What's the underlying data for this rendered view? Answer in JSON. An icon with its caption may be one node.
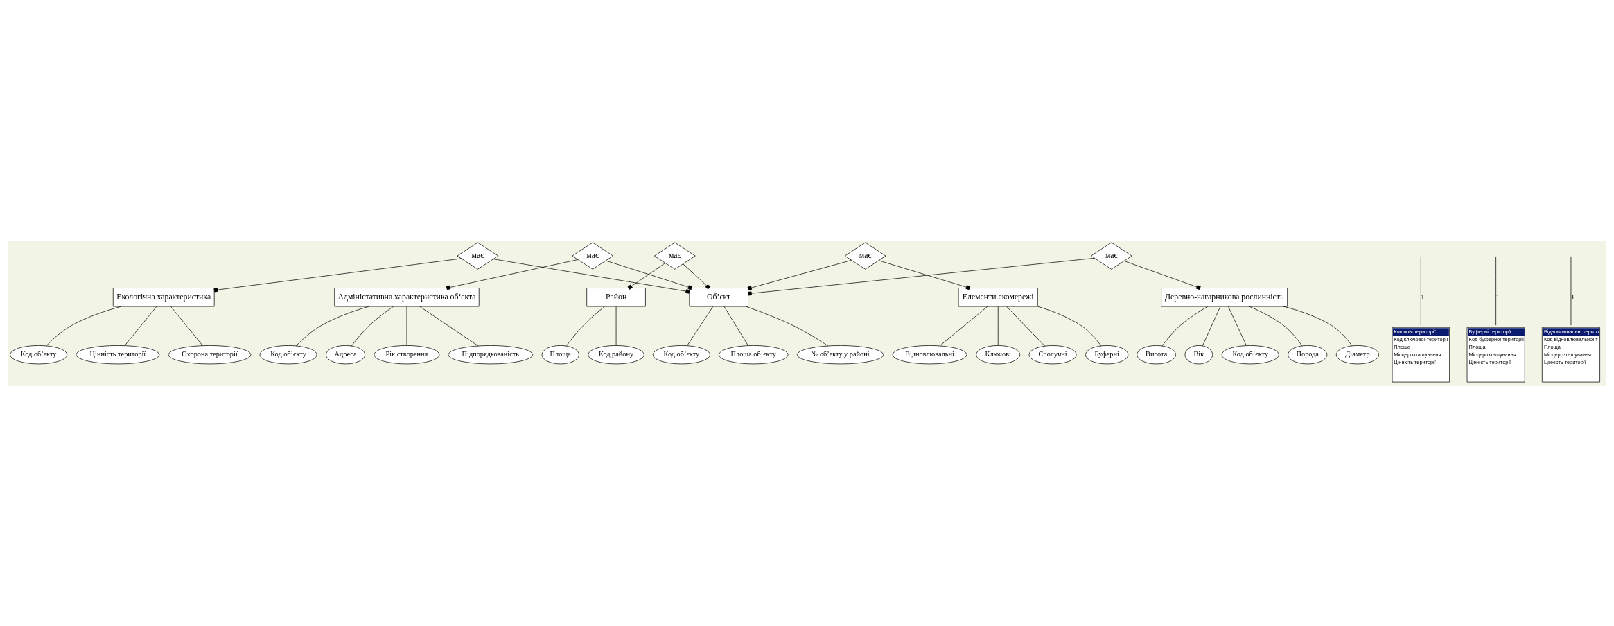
{
  "diagram": {
    "nodes": [
      {
        "text": [
          "Район"
        ]
      },
      {
        "text": [
          "Код району"
        ]
      },
      {
        "text": [
          "Площа"
        ]
      },
      {
        "text": [
          "має"
        ]
      },
      {
        "text": [
          "Об’єкт"
        ]
      },
      {
        "text": [
          "Код об’єкту"
        ]
      },
      {
        "text": [
          "Площа об’єкту"
        ]
      },
      {
        "text": [
          "№ об’єкту у районі"
        ]
      },
      {
        "text": [
          "має"
        ]
      },
      {
        "text": [
          "має"
        ]
      },
      {
        "text": [
          "має"
        ]
      },
      {
        "text": [
          "має"
        ]
      },
      {
        "text": [
          "Адміністативна характеристика об‘єкта"
        ]
      },
      {
        "text": [
          "Код об’єкту"
        ]
      },
      {
        "text": [
          "Адреса"
        ]
      },
      {
        "text": [
          "Рік створення"
        ]
      },
      {
        "text": [
          "Підпорядкованість"
        ]
      },
      {
        "text": [
          "Екологічна характеристика"
        ]
      },
      {
        "text": [
          "Код об’єкту"
        ]
      },
      {
        "text": [
          "Цінність території"
        ]
      },
      {
        "text": [
          "Охорона території"
        ]
      },
      {
        "text": [
          "Деревно-чагарникова рослинність"
        ]
      },
      {
        "text": [
          "Код об’єкту"
        ]
      },
      {
        "text": [
          "Порода"
        ]
      },
      {
        "text": [
          "Діаметр"
        ]
      },
      {
        "text": [
          "Висота"
        ]
      },
      {
        "text": [
          "Вік"
        ]
      },
      {
        "text": [
          "Елементи екомережі"
        ]
      },
      {
        "text": [
          "Ключові"
        ]
      },
      {
        "text": [
          "Сполучні"
        ]
      },
      {
        "text": [
          "Буферні"
        ]
      },
      {
        "text": [
          "Відновлювальні"
        ]
      },
      {
        "text": [
          "Ключові території",
          "Код ключової території",
          "Площа",
          "Місцерозташування",
          "Цінність території"
        ]
      },
      {
        "text": [
          "Буферні території",
          "Код буферної території",
          "Площа",
          "Місцерозташування",
          "Цінність території"
        ]
      },
      {
        "text": [
          "Відновлювальні терито",
          "Код відновлювальної т",
          "Площа",
          "Місцерозташування",
          "Цінність території"
        ]
      }
    ],
    "edges": [
      {
        "from": 0,
        "to": 1,
        "arrow": "none"
      },
      {
        "from": 0,
        "to": 2,
        "arrow": "none"
      },
      {
        "from": 3,
        "to": 0,
        "arrow": "other"
      },
      {
        "from": 3,
        "to": 4,
        "arrow": "other"
      },
      {
        "from": 4,
        "to": 5,
        "arrow": "none"
      },
      {
        "from": 4,
        "to": 6,
        "arrow": "none"
      },
      {
        "from": 4,
        "to": 7,
        "arrow": "none"
      },
      {
        "from": 8,
        "to": 4,
        "arrow": "other"
      },
      {
        "from": 9,
        "to": 4,
        "arrow": "other"
      },
      {
        "from": 10,
        "to": 4,
        "arrow": "other"
      },
      {
        "from": 11,
        "to": 4,
        "arrow": "other"
      },
      {
        "from": 8,
        "to": 12,
        "arrow": "other"
      },
      {
        "from": 9,
        "to": 17,
        "arrow": "other"
      },
      {
        "from": 10,
        "to": 21,
        "arrow": "other"
      },
      {
        "from": 11,
        "to": 27,
        "arrow": "other"
      },
      {
        "from": 12,
        "to": 13,
        "arrow": "none"
      },
      {
        "from": 12,
        "to": 14,
        "arrow": "none"
      },
      {
        "from": 12,
        "to": 15,
        "arrow": "none"
      },
      {
        "from": 12,
        "to": 16,
        "arrow": "none"
      },
      {
        "from": 17,
        "to": 18,
        "arrow": "none"
      },
      {
        "from": 17,
        "to": 19,
        "arrow": "none"
      },
      {
        "from": 17,
        "to": 20,
        "arrow": "none"
      },
      {
        "from": 21,
        "to": 22,
        "arrow": "none"
      },
      {
        "from": 21,
        "to": 23,
        "arrow": "none"
      },
      {
        "from": 21,
        "to": 24,
        "arrow": "none"
      },
      {
        "from": 21,
        "to": 25,
        "arrow": "none"
      },
      {
        "from": 21,
        "to": 26,
        "arrow": "none"
      },
      {
        "from": 27,
        "to": 28,
        "arrow": "none"
      },
      {
        "from": 27,
        "to": 29,
        "arrow": "none"
      },
      {
        "from": 27,
        "to": 30,
        "arrow": "none"
      },
      {
        "from": 27,
        "to": 31,
        "arrow": "none"
      },
      {
        "from": null,
        "to": 32,
        "arrow": "none",
        "label": "1"
      },
      {
        "from": null,
        "to": 33,
        "arrow": "none",
        "label": "1"
      },
      {
        "from": null,
        "to": 34,
        "arrow": "none",
        "label": "1"
      }
    ]
  }
}
